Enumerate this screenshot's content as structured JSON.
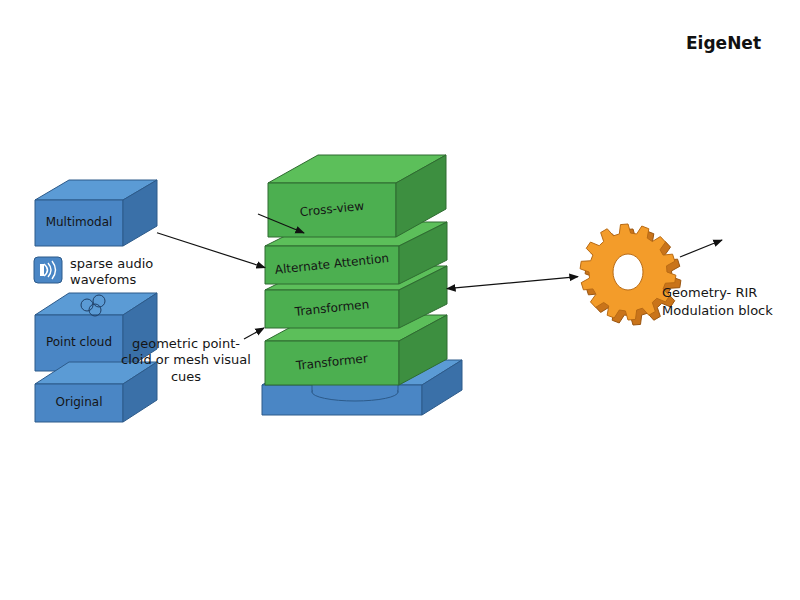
{
  "diagram": {
    "title": "EigeNet",
    "nodes": [
      {
        "text": [
          "Multimodal"
        ]
      },
      {
        "text": [
          "Point cloud"
        ]
      },
      {
        "text": [
          "Original"
        ]
      },
      {
        "text": [
          "Cross-view"
        ]
      },
      {
        "text": [
          "Alternate Attention"
        ]
      },
      {
        "text": [
          "Transformen"
        ]
      },
      {
        "text": [
          "Transformer"
        ]
      },
      {
        "text": [
          "Geometry- RIR Modulation block"
        ]
      }
    ],
    "edges": [
      {
        "from": 0,
        "to": 5,
        "arrow": "to"
      },
      {
        "from": 5,
        "to": 7,
        "arrow": "both"
      }
    ],
    "labels": [
      "sparse audio wavefoms",
      "geometric point-cloid or mesh visual cues"
    ]
  }
}
